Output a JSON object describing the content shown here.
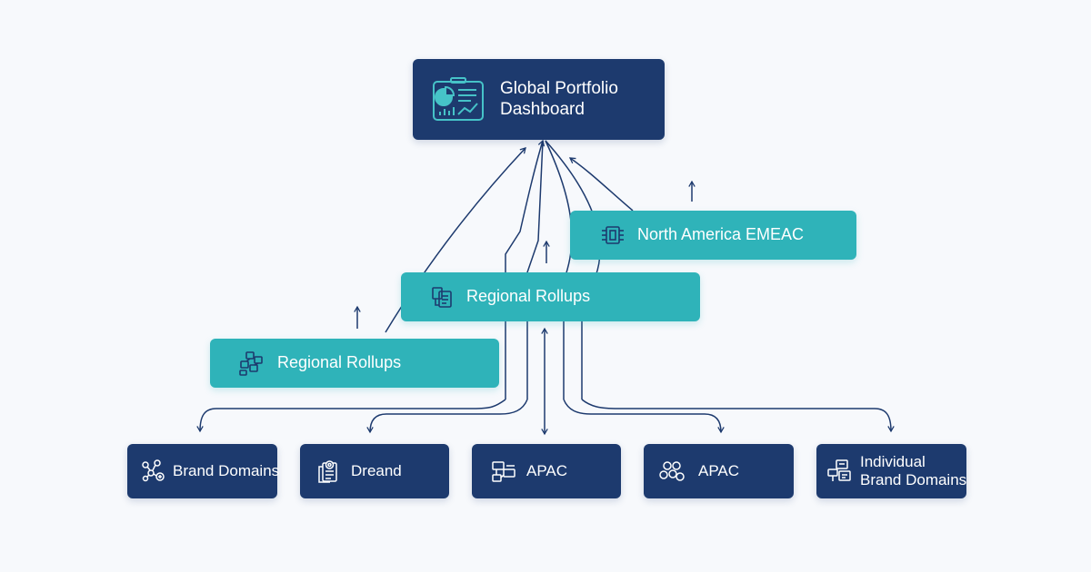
{
  "colors": {
    "navy": "#1d3a6e",
    "teal": "#2fb3b9",
    "line": "#1d3a6e",
    "background": "#f7f9fc"
  },
  "nodes": {
    "global": {
      "line1": "Global Portfolio",
      "line2": "Dashboard",
      "icon": "dashboard-icon"
    },
    "north_america_emeac": {
      "label": "North America EMEAC",
      "icon": "chip-icon"
    },
    "regional_rollups_upper": {
      "label": "Regional Rollups",
      "icon": "clipboard-icon"
    },
    "regional_rollups_lower": {
      "label": "Regional Rollups",
      "icon": "nodes-icon"
    },
    "leaves": [
      {
        "label": "Brand Domains",
        "icon": "network-icon"
      },
      {
        "label": "Dreand",
        "icon": "document-icon"
      },
      {
        "label": "APAC",
        "icon": "flow-icon"
      },
      {
        "label": "APAC",
        "icon": "cluster-icon"
      },
      {
        "line1": "Individual",
        "line2": "Brand Domains",
        "icon": "hierarchy-icon"
      }
    ]
  }
}
